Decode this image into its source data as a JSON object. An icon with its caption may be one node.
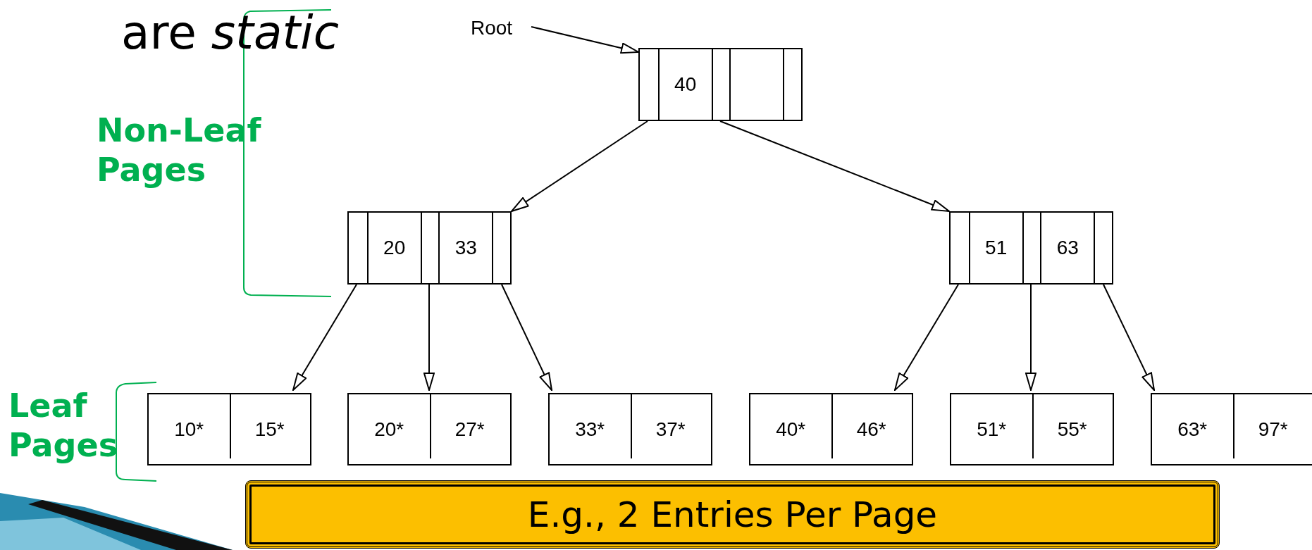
{
  "diagram": {
    "nodes": [
      {
        "text": [
          "Root"
        ]
      },
      {
        "text": [
          "40"
        ]
      },
      {
        "text": [
          "20",
          "33"
        ]
      },
      {
        "text": [
          "51",
          "63"
        ]
      },
      {
        "text": [
          "10*",
          "15*"
        ]
      },
      {
        "text": [
          "20*",
          "27*"
        ]
      },
      {
        "text": [
          "33*",
          "37*"
        ]
      },
      {
        "text": [
          "40*",
          "46*"
        ]
      },
      {
        "text": [
          "51*",
          "55*"
        ]
      },
      {
        "text": [
          "63*",
          "97*"
        ]
      },
      {
        "text": [
          "E.g., 2 Entries Per Page"
        ]
      }
    ],
    "edges": [
      {
        "from": 0,
        "to": 1,
        "arrow": "to"
      },
      {
        "from": 1,
        "to": 2,
        "arrow": "to"
      },
      {
        "from": 1,
        "to": 3,
        "arrow": "to"
      },
      {
        "from": 2,
        "to": 4,
        "arrow": "to"
      },
      {
        "from": 2,
        "to": 5,
        "arrow": "to"
      },
      {
        "from": 2,
        "to": 6,
        "arrow": "to"
      },
      {
        "from": 3,
        "to": 7,
        "arrow": "to"
      },
      {
        "from": 3,
        "to": 8,
        "arrow": "to"
      },
      {
        "from": 3,
        "to": 9,
        "arrow": "to"
      }
    ],
    "labels": [
      "are *static*",
      "Non-Leaf Pages",
      "Leaf Pages"
    ]
  }
}
